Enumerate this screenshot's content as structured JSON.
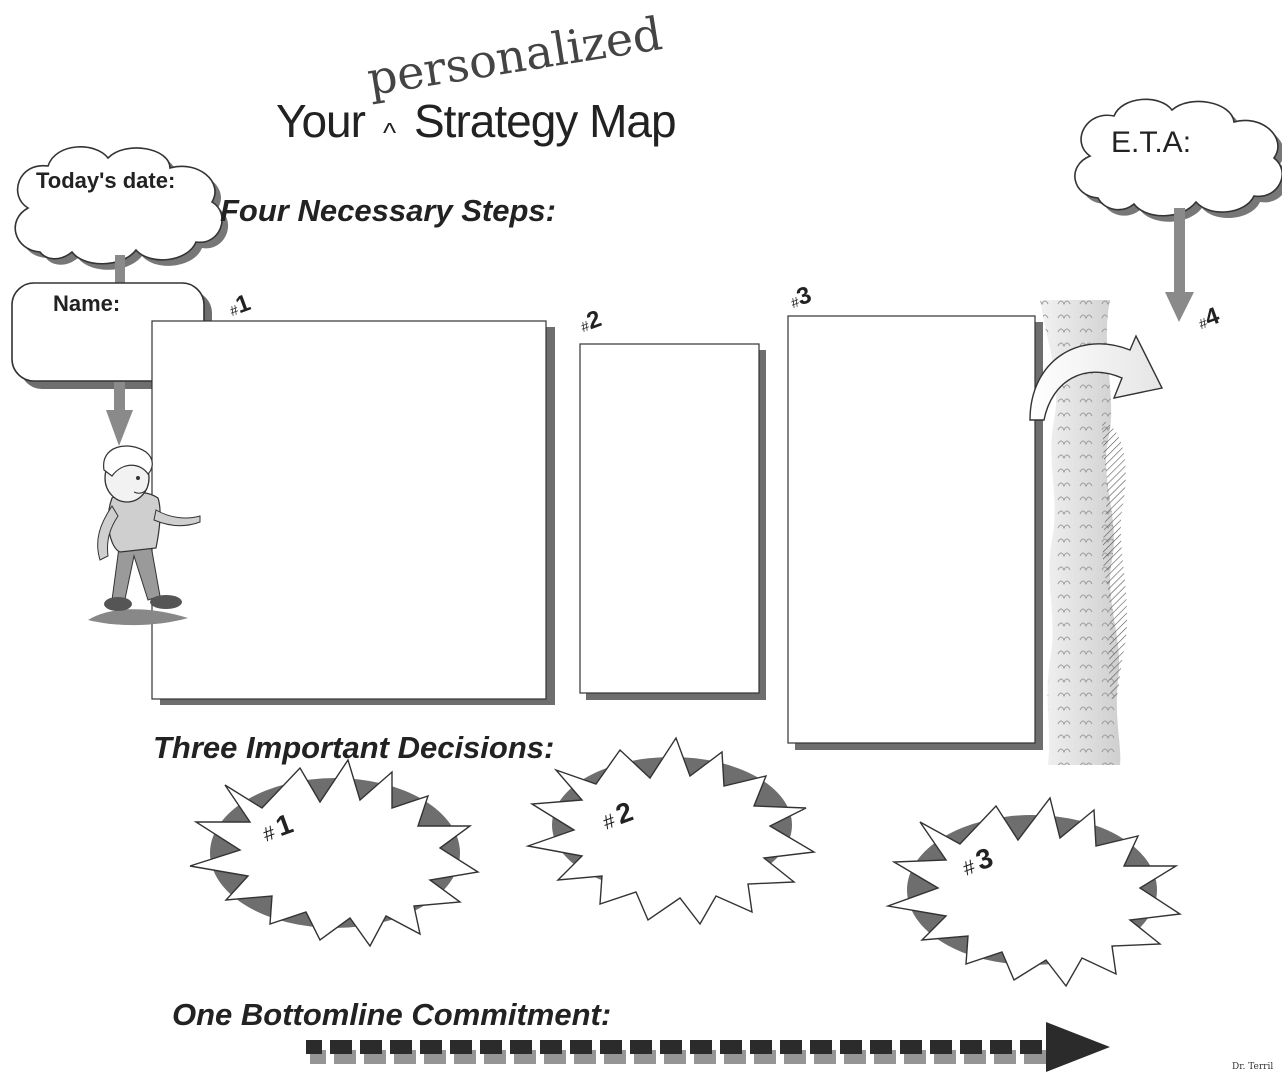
{
  "header": {
    "title_part1": "Your",
    "insert_word": "personalized",
    "caret": "^",
    "title_part2": "Strategy Map"
  },
  "clouds": {
    "todays_date_label": "Today's date:",
    "eta_label": "E.T.A:"
  },
  "name_box": {
    "label": "Name:"
  },
  "sections": {
    "four_steps": "Four Necessary Steps:",
    "three_decisions": "Three Important Decisions:",
    "one_commitment": "One Bottomline Commitment:"
  },
  "steps": [
    {
      "hash": "#",
      "number": "1"
    },
    {
      "hash": "#",
      "number": "2"
    },
    {
      "hash": "#",
      "number": "3"
    },
    {
      "hash": "#",
      "number": "4"
    }
  ],
  "decisions": [
    {
      "hash": "#",
      "number": "1"
    },
    {
      "hash": "#",
      "number": "2"
    },
    {
      "hash": "#",
      "number": "3"
    }
  ],
  "footer": {
    "credit": "Dr. Terril"
  },
  "colors": {
    "ink": "#222222",
    "shadow": "#6e6e6e",
    "arrow_gray": "#8a8a8a",
    "river": "#d8d8d8"
  }
}
